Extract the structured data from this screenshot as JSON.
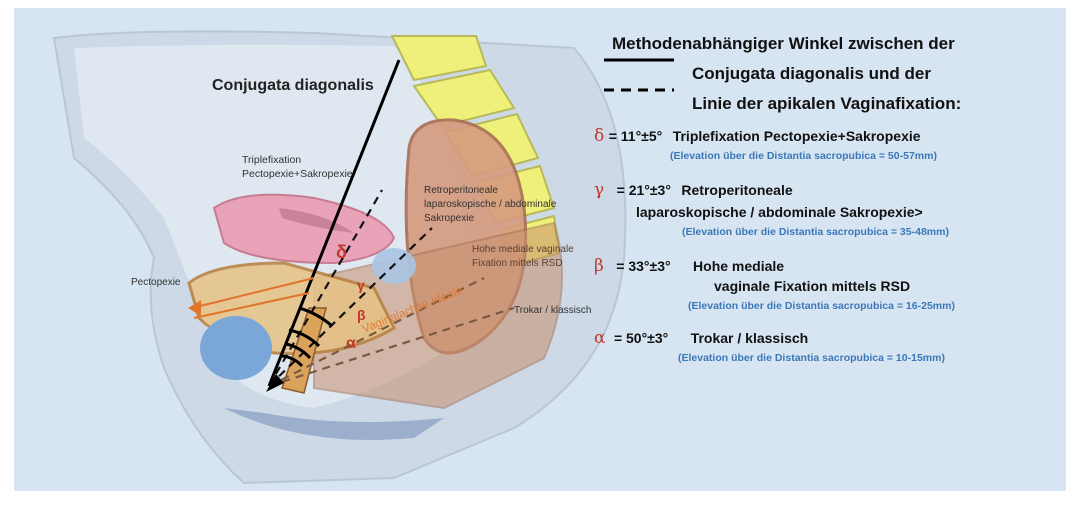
{
  "labels": {
    "conjugata": "Conjugata diagonalis",
    "triple_line1": "Triplefixation",
    "triple_line2": "Pectopexie+Sakropexie",
    "retro_line1": "Retroperitoneale",
    "retro_line2": "laparoskopische / abdominale",
    "retro_line3": "Sakropexie",
    "hohe_line1": "Hohe mediale vaginale",
    "hohe_line2": "Fixation mittels RSD",
    "pectopexie": "Pectopexie",
    "trokar": "Trokar / klassisch",
    "vagina": "Vaginalachse Ideale"
  },
  "greek": {
    "delta": "δ",
    "gamma": "γ",
    "beta": "β",
    "alpha": "α"
  },
  "legend": {
    "title_line1": "Methodenabhängiger Winkel zwischen der",
    "title_line2": "Conjugata diagonalis und der",
    "title_line3": "Linie der apikalen Vaginafixation:"
  },
  "entries": [
    {
      "symbol": "δ",
      "angle": "= 11°±5°",
      "desc1": "Triplefixation Pectopexie+Sakropexie",
      "desc2": "",
      "elevation": "(Elevation über die Distantia sacropubica  = 50-57mm)"
    },
    {
      "symbol": "γ",
      "angle": "= 21°±3°",
      "desc1": "Retroperitoneale",
      "desc2": "laparoskopische / abdominale Sakropexie>",
      "elevation": "(Elevation über die Distantia sacropubica  = 35-48mm)"
    },
    {
      "symbol": "β",
      "angle": "= 33°±3°",
      "desc1": "Hohe mediale",
      "desc2": "vaginale Fixation  mittels RSD",
      "elevation": "(Elevation über die Distantia sacropubica  = 16-25mm)"
    },
    {
      "symbol": "α",
      "angle": "= 50°±3°",
      "desc1": "Trokar / klassisch",
      "desc2": "",
      "elevation": "(Elevation über die Distantia sacropubica  =  10-15mm)"
    }
  ],
  "colors": {
    "background": "#d7e5f2",
    "sacrum": "#eef07a",
    "bladder": "#e8a3b8",
    "uterus": "#d59a7e",
    "rectum": "#c8906e",
    "symphysis": "#7aa7d8",
    "greek_red": "#c0392b",
    "elevation_blue": "#3b78b8"
  }
}
